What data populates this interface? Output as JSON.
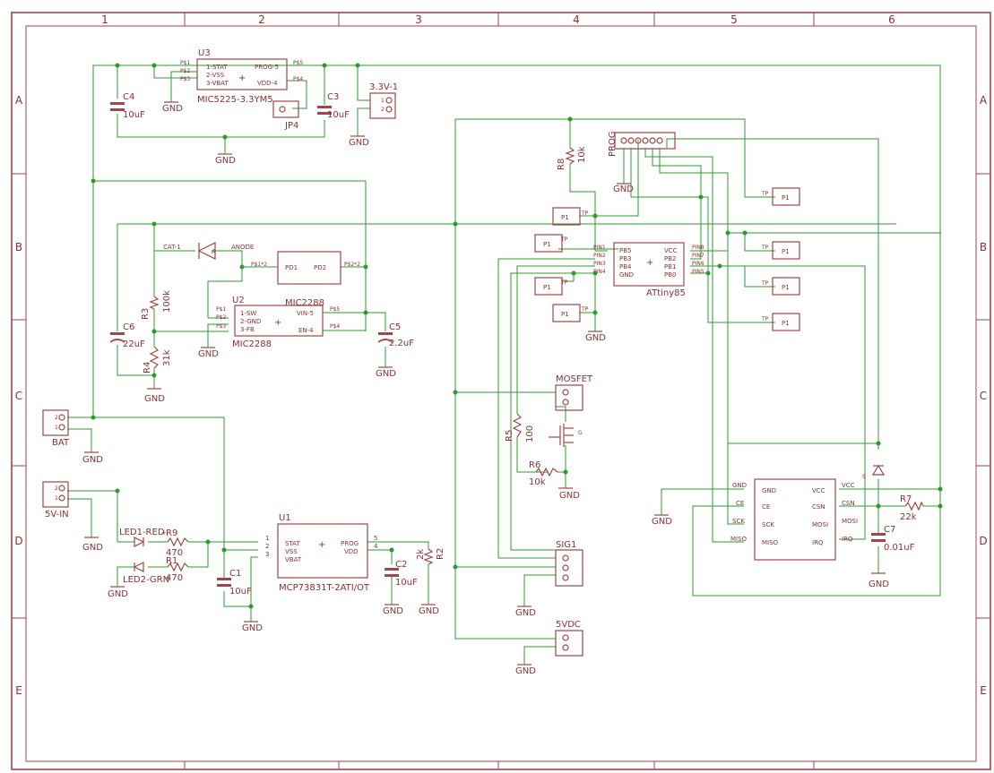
{
  "frame": {
    "columns": [
      "1",
      "2",
      "3",
      "4",
      "5",
      "6"
    ],
    "rows": [
      "A",
      "B",
      "C",
      "D",
      "E"
    ]
  },
  "parts": {
    "u3": {
      "ref": "U3",
      "value": "MIC5225-3.3YM5",
      "pins_left": [
        "1-STAT",
        "2-VSS",
        "3-VBAT"
      ],
      "pins_right": [
        "PROG-5",
        "VDD-4"
      ],
      "pin_nums_left": [
        "P$1",
        "P$2",
        "P$3"
      ],
      "pin_nums_right": [
        "P$5",
        "P$4"
      ]
    },
    "c4": {
      "ref": "C4",
      "value": "10uF"
    },
    "c3": {
      "ref": "C3",
      "value": "10uF"
    },
    "jp4": {
      "ref": "JP4"
    },
    "v33": {
      "ref": "3.3V-1"
    },
    "r8": {
      "ref": "R8",
      "value": "10k"
    },
    "prog": {
      "ref": "PROG"
    },
    "attiny": {
      "ref": "ATtiny85",
      "pins_left": [
        "PB5",
        "PB3",
        "PB4",
        "GND"
      ],
      "pins_right": [
        "VCC",
        "PB2",
        "PB1",
        "PB0"
      ],
      "pin_nums_left": [
        "PIN1",
        "PIN2",
        "PIN3",
        "PIN4"
      ],
      "pin_nums_right": [
        "PIN8",
        "PIN7",
        "PIN6",
        "PIN5"
      ]
    },
    "tp": {
      "label": "P1",
      "pad": "TP"
    },
    "u2": {
      "ref": "U2",
      "value": "MIC2288",
      "value2": "MIC2288",
      "pins_left": [
        "1-SW",
        "2-GND",
        "3-FB"
      ],
      "pins_right": [
        "VIN-5",
        "EN-4"
      ],
      "pin_nums_left": [
        "P$1",
        "P$2",
        "P$3"
      ],
      "pin_nums_right": [
        "P$5",
        "P$4"
      ]
    },
    "pd": {
      "p1": "P$1*2",
      "p2": "P$2*2",
      "n1": "PD1",
      "n2": "PD2"
    },
    "d1": {
      "cat": "CAT-1",
      "an": "ANODE"
    },
    "c6": {
      "ref": "C6",
      "value": "22uF"
    },
    "r3": {
      "ref": "R3",
      "value": "100k"
    },
    "r4": {
      "ref": "R4",
      "value": "31k"
    },
    "c5": {
      "ref": "C5",
      "value": "2.2uF"
    },
    "mosfet": {
      "ref": "MOSFET"
    },
    "r5": {
      "ref": "R5",
      "value": "100"
    },
    "r6": {
      "ref": "R6",
      "value": "10k"
    },
    "bat": {
      "ref": "BAT"
    },
    "vin5": {
      "ref": "5V-IN"
    },
    "led1": {
      "ref": "LED1-RED"
    },
    "led2": {
      "ref": "LED2-GRN"
    },
    "r9": {
      "ref": "R9",
      "value": "470"
    },
    "r1": {
      "ref": "R1",
      "value": "470"
    },
    "u1": {
      "ref": "U1",
      "value": "MCP73831T-2ATI/OT",
      "pins_left": [
        "STAT",
        "VSS",
        "VBAT"
      ],
      "pins_right": [
        "PROG",
        "VDD"
      ],
      "pin_nums_left": [
        "1",
        "2",
        "3"
      ],
      "pin_nums_right": [
        "5",
        "4"
      ]
    },
    "c1": {
      "ref": "C1",
      "value": "10uF"
    },
    "c2": {
      "ref": "C2",
      "value": "10uF"
    },
    "r2": {
      "ref": "R2",
      "value": "2k"
    },
    "sig1": {
      "ref": "SIG1"
    },
    "vdc5": {
      "ref": "5VDC"
    },
    "rf": {
      "pins_left": [
        "GND",
        "CE",
        "SCK",
        "MISO"
      ],
      "pins_right": [
        "VCC",
        "CSN",
        "MOSI",
        "IRQ"
      ],
      "labels_left": [
        "GND",
        "CE",
        "SCK",
        "MISO"
      ],
      "labels_right": [
        "VCC",
        "CSN",
        "MOSI",
        "IRQ"
      ]
    },
    "r7": {
      "ref": "R7",
      "value": "22k"
    },
    "c7": {
      "ref": "C7",
      "value": "0.01uF"
    }
  },
  "gnd": "GND",
  "plus": "+"
}
